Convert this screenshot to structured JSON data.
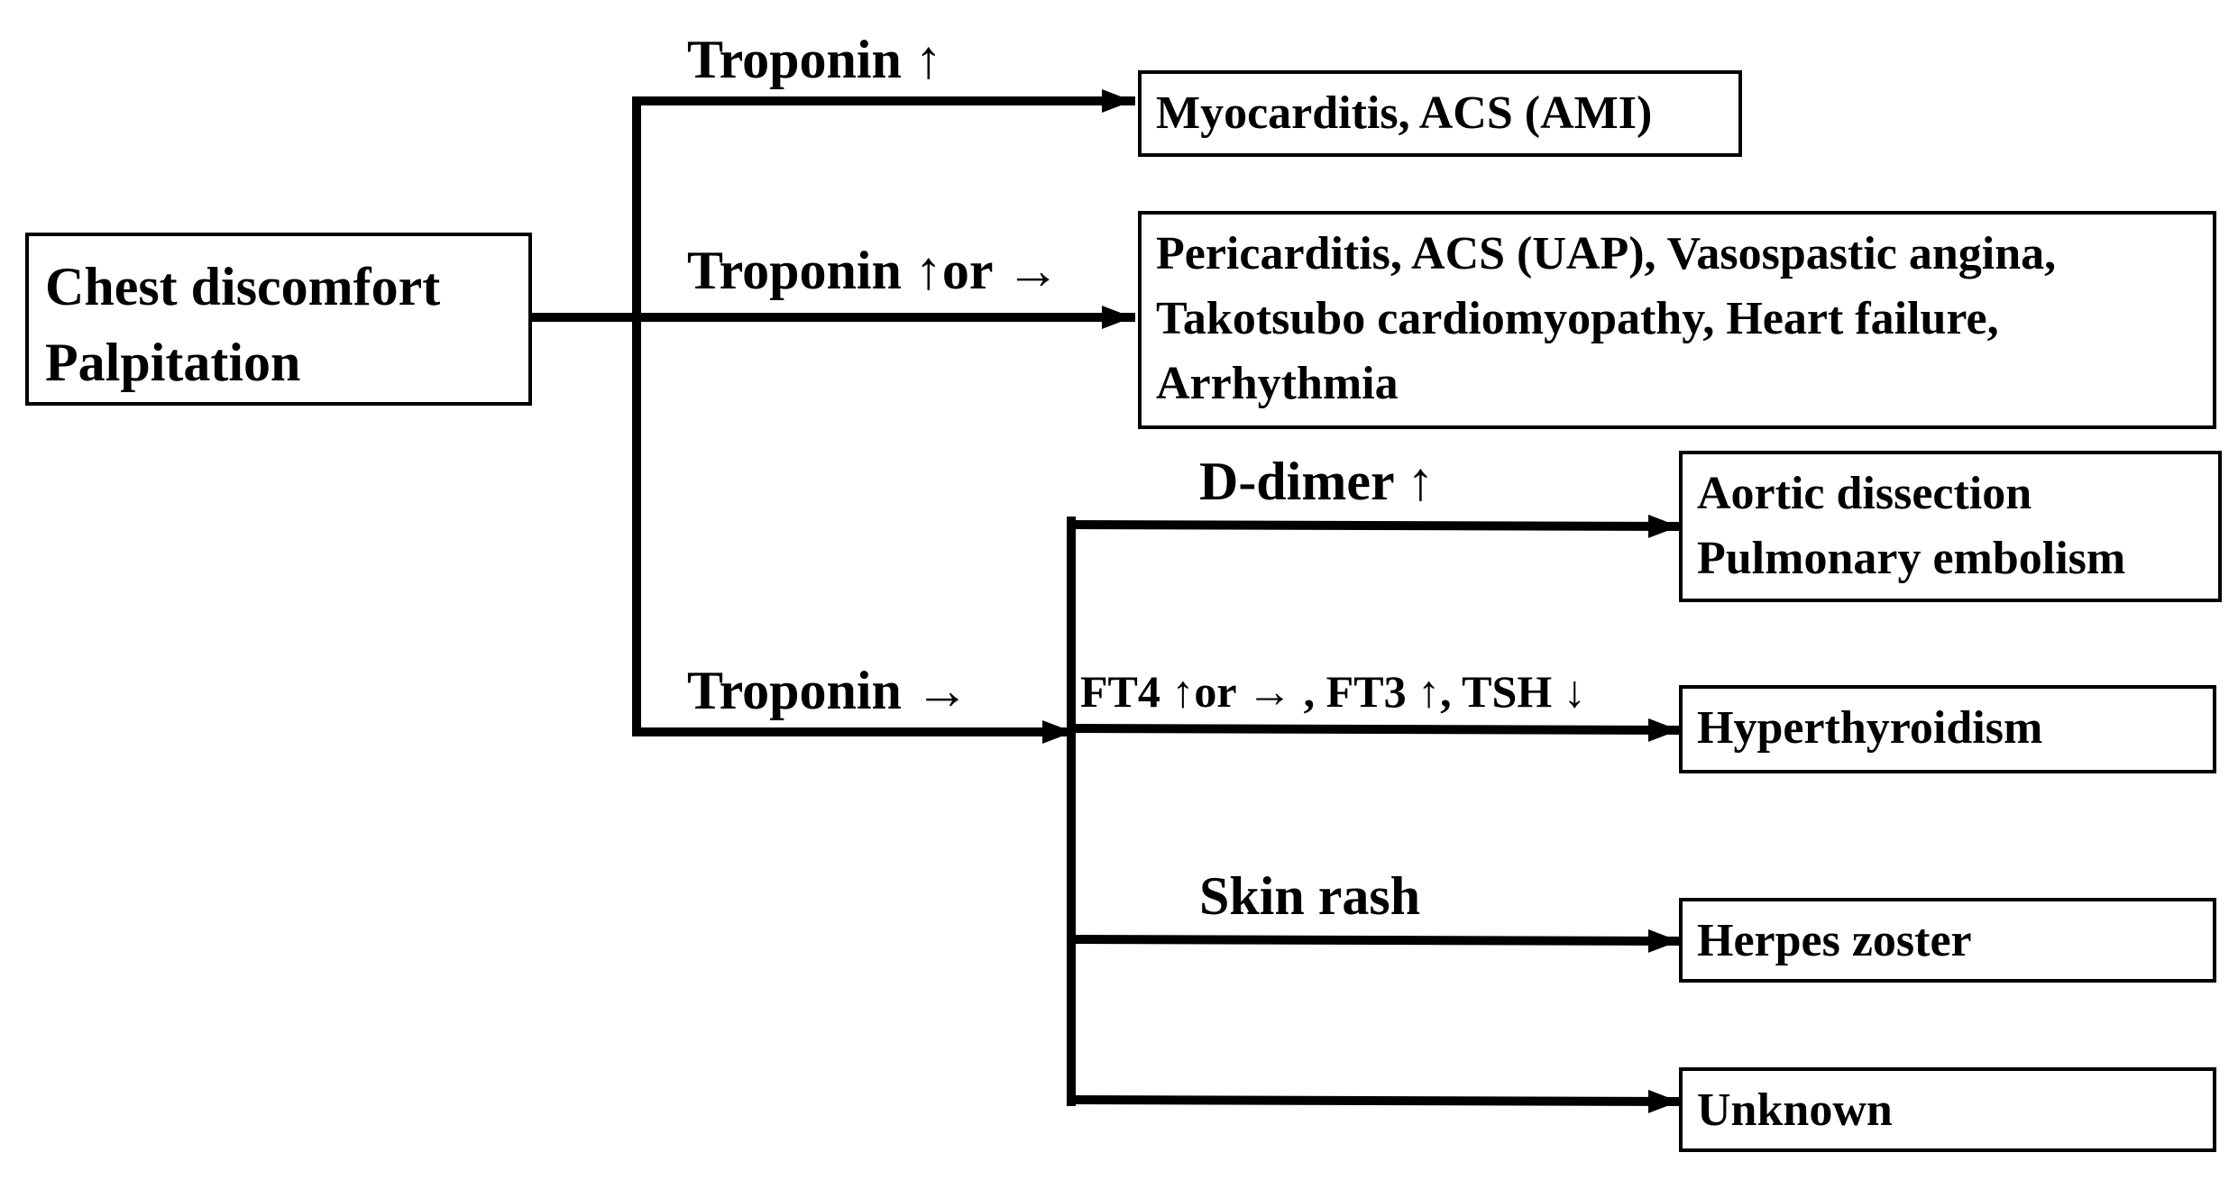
{
  "start": {
    "lines": [
      "Chest discomfort",
      "Palpitation"
    ]
  },
  "branches": {
    "troponin_up": "Troponin ↑",
    "troponin_up_or_flat": "Troponin ↑or →",
    "troponin_flat": "Troponin →"
  },
  "sub_branches": {
    "ddimer": "D-dimer ↑",
    "thyroid": "FT4 ↑or → , FT3 ↑, TSH ↓",
    "skin": "Skin rash"
  },
  "outcomes": {
    "myocarditis": [
      "Myocarditis, ACS (AMI)"
    ],
    "pericarditis": [
      "Pericarditis, ACS (UAP), Vasospastic angina,",
      "Takotsubo cardiomyopathy, Heart failure,",
      "Arrhythmia"
    ],
    "aortic": [
      "Aortic dissection",
      "Pulmonary embolism"
    ],
    "hyperthyroid": [
      "Hyperthyroidism"
    ],
    "herpes": [
      "Herpes zoster"
    ],
    "unknown": [
      "Unknown"
    ]
  },
  "colors": {
    "stroke": "#000000",
    "background": "#ffffff"
  }
}
